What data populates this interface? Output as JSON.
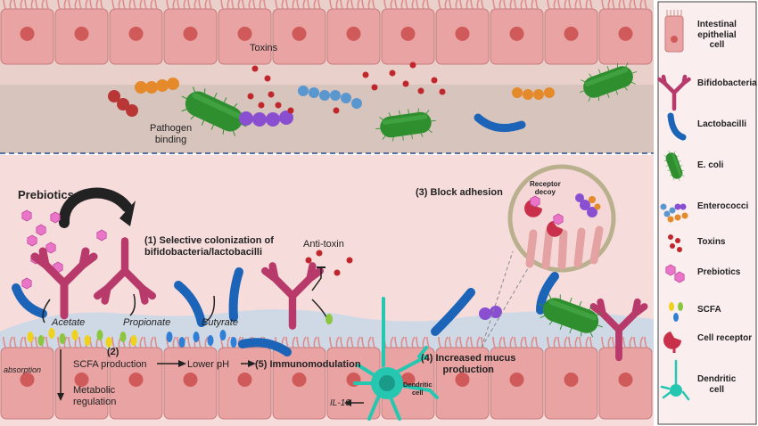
{
  "top_panel": {
    "toxins_label": "Toxins",
    "pathogen_binding_label": "Pathogen\nbinding"
  },
  "bottom_panel": {
    "prebiotics_title": "Prebiotics",
    "step1_label": "(1) Selective colonization of\nbifidobacteria/lactobacilli",
    "step2_number": "(2)",
    "step2_label": "SCFA production",
    "lower_ph_label": "Lower pH",
    "step3_label": "(3) Block adhesion",
    "receptor_decoy_label": "Receptor\ndecoy",
    "step4_label": "(4) Increased mucus\nproduction",
    "step5_label": "(5) Immunomodulation",
    "anti_toxin_label": "Anti-toxin",
    "acetate_label": "Acetate",
    "propionate_label": "Propionate",
    "butyrate_label": "Butyrate",
    "absorption_label": "absorption",
    "metabolic_label": "Metabolic\nregulation",
    "dendritic_cell_label": "Dendritic\ncell",
    "il10_label": "IL-10"
  },
  "legend": {
    "items": [
      {
        "label": "Intestinal\nepithelial\ncell",
        "icon": "epithelial-cell-icon"
      },
      {
        "label": "Bifidobacteria",
        "icon": "bifidobacteria-icon"
      },
      {
        "label": "Lactobacilli",
        "icon": "lactobacilli-icon"
      },
      {
        "label": "E. coli",
        "icon": "e-coli-icon"
      },
      {
        "label": "Enterococci",
        "icon": "enterococci-icon"
      },
      {
        "label": "Toxins",
        "icon": "toxins-icon"
      },
      {
        "label": "Prebiotics",
        "icon": "prebiotics-icon"
      },
      {
        "label": "SCFA",
        "icon": "scfa-icon"
      },
      {
        "label": "Cell receptor",
        "icon": "cell-receptor-icon"
      },
      {
        "label": "Dendritic\ncell",
        "icon": "dendritic-cell-icon"
      }
    ]
  },
  "colors": {
    "cell_fill": "#e9a3a3",
    "cell_border": "#c77b7b",
    "nucleus": "#d05a5a",
    "mucus": "#c8d8e8",
    "lumen_bg": "#f7dcdc",
    "bifido": "#b83a6a",
    "lacto": "#1c64b8",
    "ecoli": "#2f8f2f",
    "enterococci_orange": "#e58a2a",
    "enterococci_purple": "#8a4fd1",
    "toxin": "#c0272d",
    "prebiotic": "#ea74c8",
    "scfa_yellow": "#f0d21a",
    "scfa_green": "#8cc63e",
    "scfa_blue": "#2f7fd6",
    "dendritic": "#25c7b1"
  }
}
